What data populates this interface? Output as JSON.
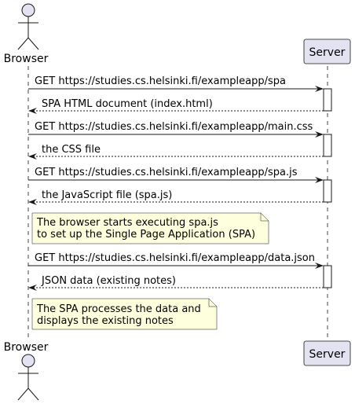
{
  "participants": {
    "browser": {
      "label": "Browser",
      "kind": "actor"
    },
    "server": {
      "label": "Server",
      "kind": "participant"
    }
  },
  "messages": [
    {
      "from": "browser",
      "to": "server",
      "style": "solid",
      "label": "GET https://studies.cs.helsinki.fi/exampleapp/spa"
    },
    {
      "from": "server",
      "to": "browser",
      "style": "dashed",
      "label": "SPA HTML document (index.html)"
    },
    {
      "from": "browser",
      "to": "server",
      "style": "solid",
      "label": "GET https://studies.cs.helsinki.fi/exampleapp/main.css"
    },
    {
      "from": "server",
      "to": "browser",
      "style": "dashed",
      "label": "the CSS file"
    },
    {
      "from": "browser",
      "to": "server",
      "style": "solid",
      "label": "GET https://studies.cs.helsinki.fi/exampleapp/spa.js"
    },
    {
      "from": "server",
      "to": "browser",
      "style": "dashed",
      "label": "the JavaScript file (spa.js)"
    },
    {
      "from": "browser",
      "to": "server",
      "style": "solid",
      "label": "GET https://studies.cs.helsinki.fi/exampleapp/data.json"
    },
    {
      "from": "server",
      "to": "browser",
      "style": "dashed",
      "label": "JSON data (existing notes)"
    }
  ],
  "notes": [
    {
      "over": "browser",
      "lines": [
        "The browser starts executing spa.js",
        "to set up the Single Page Application (SPA)"
      ]
    },
    {
      "over": "browser",
      "lines": [
        "The SPA processes the data and",
        "displays the existing notes"
      ]
    }
  ],
  "colors": {
    "participant_fill": "#E2E2F0",
    "participant_border": "#181818",
    "note_fill": "#FEFFDD",
    "lifeline": "#181818",
    "arrow": "#181818"
  }
}
